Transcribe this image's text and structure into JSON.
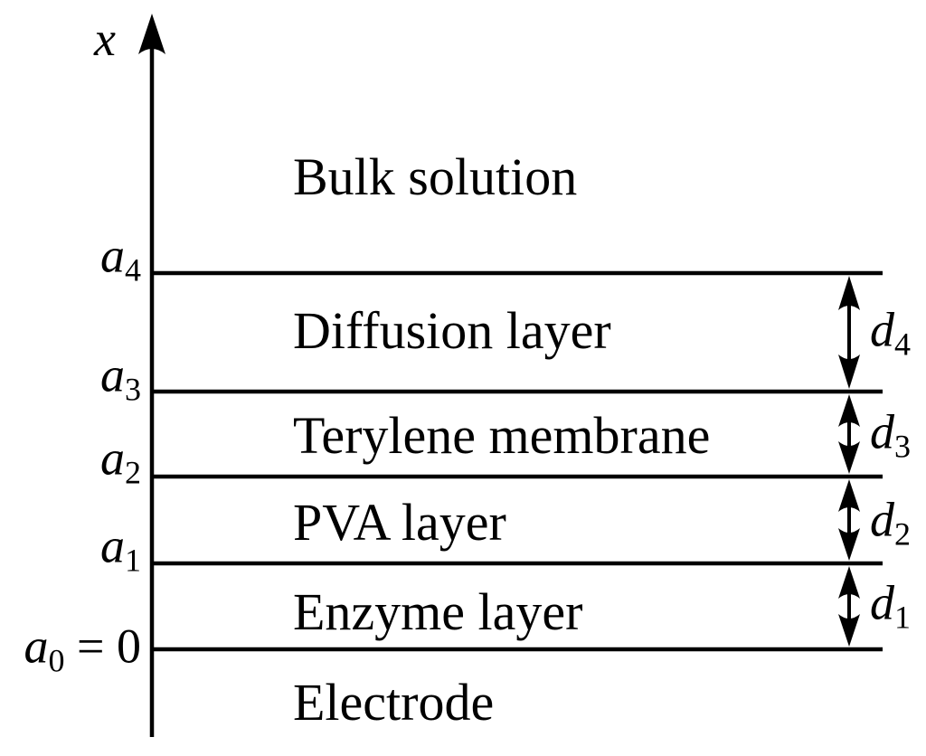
{
  "figure": {
    "axis": {
      "label": "x"
    },
    "regions": [
      {
        "label": "Bulk solution"
      },
      {
        "label": "Diffusion layer"
      },
      {
        "label": "Terylene membrane"
      },
      {
        "label": "PVA layer"
      },
      {
        "label": "Enzyme layer"
      },
      {
        "label": "Electrode"
      }
    ],
    "boundaries": [
      {
        "base": "a",
        "sub": "4",
        "suffix": ""
      },
      {
        "base": "a",
        "sub": "3",
        "suffix": ""
      },
      {
        "base": "a",
        "sub": "2",
        "suffix": ""
      },
      {
        "base": "a",
        "sub": "1",
        "suffix": ""
      },
      {
        "base": "a",
        "sub": "0",
        "suffix": " = 0"
      }
    ],
    "thicknesses": [
      {
        "base": "d",
        "sub": "4"
      },
      {
        "base": "d",
        "sub": "3"
      },
      {
        "base": "d",
        "sub": "2"
      },
      {
        "base": "d",
        "sub": "1"
      }
    ],
    "colors": {
      "ink": "#000000",
      "background": "#ffffff"
    }
  }
}
